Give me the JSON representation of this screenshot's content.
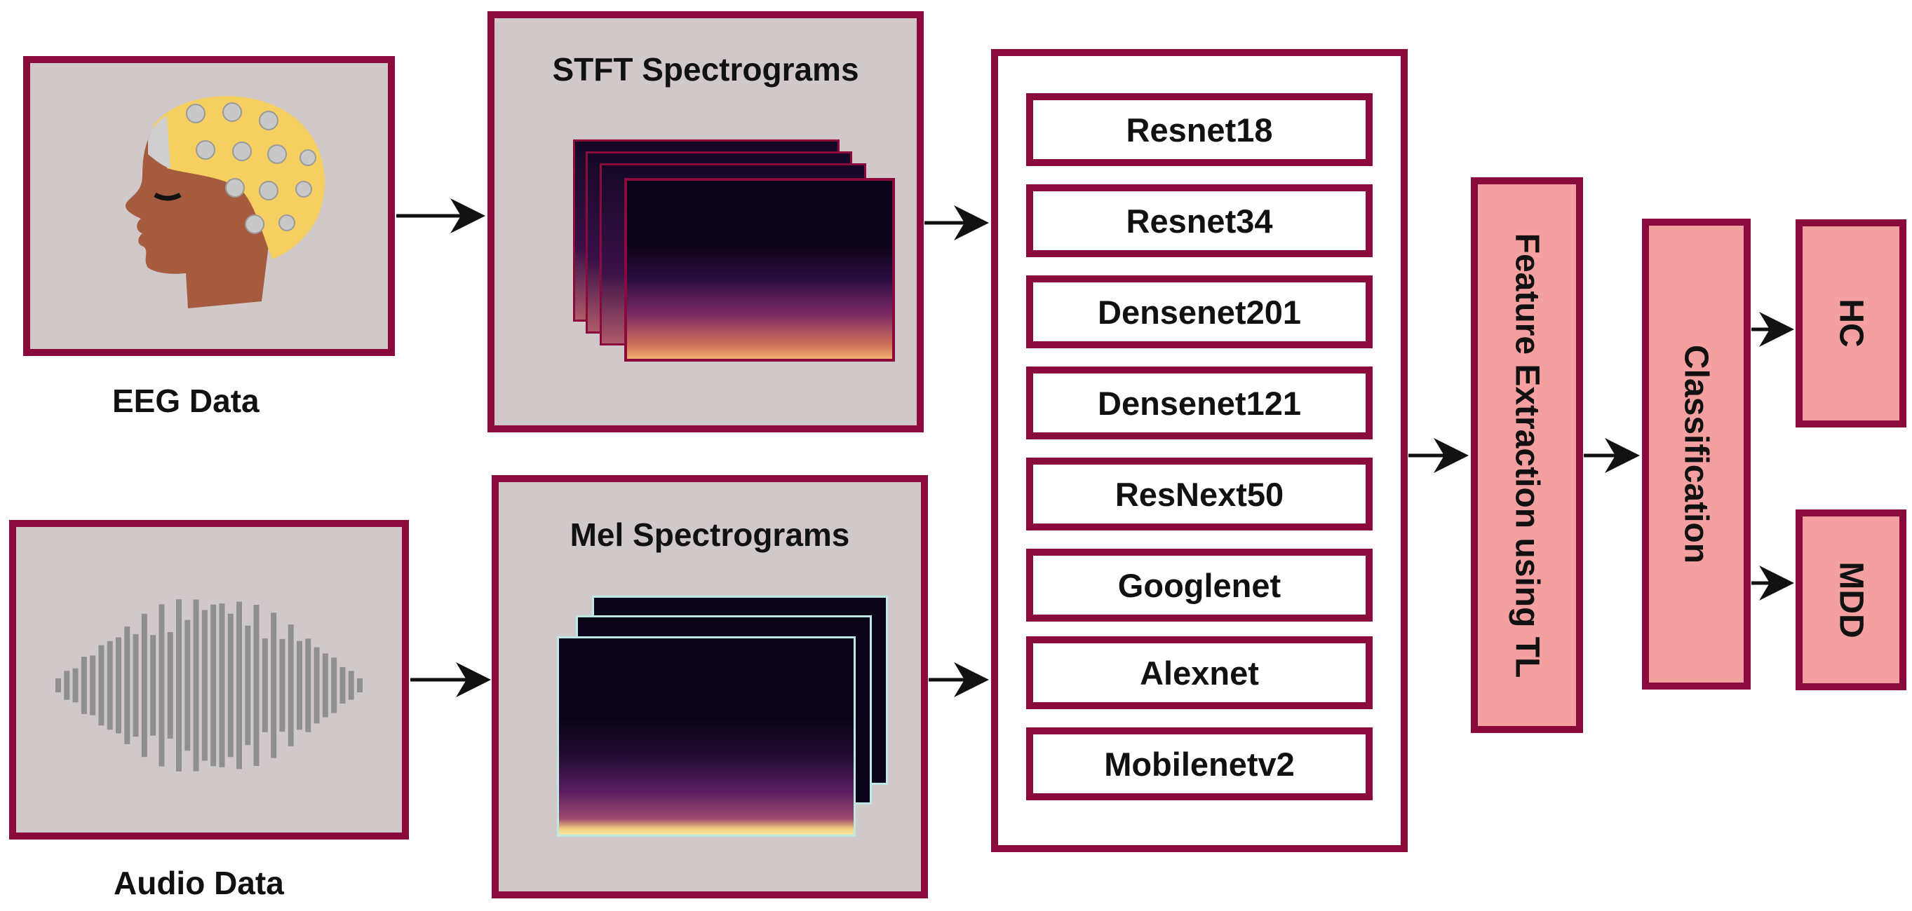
{
  "inputs": {
    "eeg_label": "EEG Data",
    "audio_label": "Audio Data"
  },
  "spectrograms": {
    "stft_title": "STFT Spectrograms",
    "mel_title": "Mel Spectrograms"
  },
  "models": [
    "Resnet18",
    "Resnet34",
    "Densenet201",
    "Densenet121",
    "ResNext50",
    "Googlenet",
    "Alexnet",
    "Mobilenetv2"
  ],
  "pipeline": {
    "feature_extraction": "Feature Extraction using TL",
    "classification": "Classification"
  },
  "outputs": {
    "hc": "HC",
    "mdd": "MDD"
  },
  "colors": {
    "border": "#8a0a3c",
    "panel_grey": "#d0c8c9",
    "pink": "#f4a0a0"
  }
}
